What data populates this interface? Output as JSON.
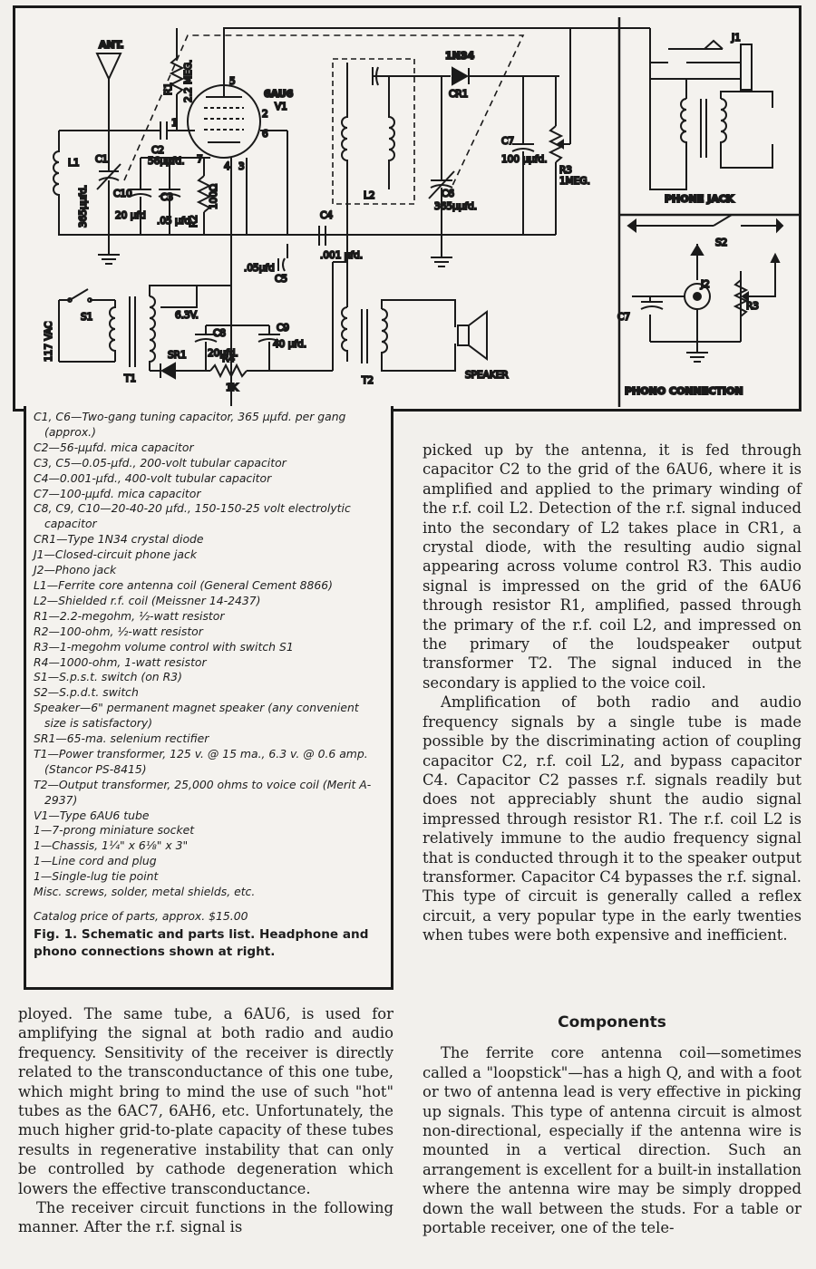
{
  "schematic": {
    "labels": {
      "ant": "ANT.",
      "l1": "L1",
      "c1": "C1",
      "c1_val": "365μμfd.",
      "c2": "C2",
      "c2_val": "56μμfd.",
      "c10": "C10",
      "c10_val": "20 μfd",
      "c3": "C3",
      "c3_val": ".05 μfd",
      "r2": "R2",
      "r2_val": "100Ω",
      "r1": "R1",
      "r1_val": "2.2 MEG.",
      "tube": "6AU6",
      "v1": "V1",
      "pin5": "5",
      "pin2": "2",
      "pin6": "6",
      "pin7": "7",
      "pin1": "1",
      "pin4": "4",
      "pin3": "3",
      "diode": "1N34",
      "cr1": "CR1",
      "l2": "L2",
      "c7": "C7",
      "c7_val": "100 μμfd.",
      "r3": "R3",
      "r3_val": "1MEG.",
      "c6": "C6",
      "c6_val": "365μμfd.",
      "c4": "C4",
      "c4_val": ".001 μfd.",
      "c5": "C5",
      "c5_val": ".05μfd",
      "vac": "117 VAC",
      "s1": "S1",
      "v63": "6.3V.",
      "c8": "C8",
      "c8_val": "20μfd.",
      "c9": "C9",
      "c9_val": "40 μfd.",
      "t1": "T1",
      "sr1": "SR1",
      "r4": "R4",
      "r4_val": "1K",
      "t2": "T2",
      "speaker": "SPEAKER",
      "j1": "J1",
      "phone_jack": "PHONE JACK",
      "s2": "S2",
      "j2": "J2",
      "c7b": "C7",
      "r3b": "R3",
      "phono": "PHONO CONNECTION"
    }
  },
  "parts_list": [
    "C1, C6—Two-gang tuning capacitor, 365 μμfd. per gang (approx.)",
    "C2—56-μμfd. mica capacitor",
    "C3, C5—0.05-μfd., 200-volt tubular capacitor",
    "C4—0.001-μfd., 400-volt tubular capacitor",
    "C7—100-μμfd. mica capacitor",
    "C8, C9, C10—20-40-20 μfd., 150-150-25 volt electrolytic capacitor",
    "CR1—Type 1N34 crystal diode",
    "J1—Closed-circuit phone jack",
    "J2—Phono jack",
    "L1—Ferrite core antenna coil (General Cement 8866)",
    "L2—Shielded r.f. coil (Meissner 14-2437)",
    "R1—2.2-megohm, ½-watt resistor",
    "R2—100-ohm, ½-watt resistor",
    "R3—1-megohm volume control with switch S1",
    "R4—1000-ohm, 1-watt resistor",
    "S1—S.p.s.t. switch (on R3)",
    "S2—S.p.d.t. switch",
    "Speaker—6\" permanent magnet speaker (any convenient size is satisfactory)",
    "SR1—65-ma. selenium rectifier",
    "T1—Power transformer, 125 v. @ 15 ma., 6.3 v. @ 0.6 amp. (Stancor PS-8415)",
    "T2—Output transformer, 25,000 ohms to voice coil (Merit A-2937)",
    "V1—Type 6AU6 tube",
    "1—7-prong miniature socket",
    "1—Chassis, 1¼\" x 6⅛\" x 3\"",
    "1—Line cord and plug",
    "1—Single-lug tie point",
    "Misc. screws, solder, metal shields, etc."
  ],
  "catalog_price": "Catalog price of parts, approx. $15.00",
  "figure_caption": "Fig. 1. Schematic and parts list. Headphone and phono connections shown at right.",
  "text": {
    "right_top_p1": "picked up by the antenna, it is fed through capacitor C2 to the grid of the 6AU6, where it is amplified and applied to the primary winding of the r.f. coil L2. Detection of the r.f. signal induced into the secondary of L2 takes place in CR1, a crystal diode, with the resulting audio signal appearing across volume control R3. This audio signal is impressed on the grid of the 6AU6 through resistor R1, amplified, passed through the primary of the r.f. coil L2, and impressed on the primary of the loudspeaker output transformer T2. The signal induced in the secondary is applied to the voice coil.",
    "right_top_p2": "Amplification of both radio and audio frequency signals by a single tube is made possible by the discriminating action of coupling capacitor C2, r.f. coil L2, and bypass capacitor C4. Capacitor C2 passes r.f. signals readily but does not appreciably shunt the audio signal impressed through resistor R1. The r.f. coil L2 is relatively immune to the audio frequency signal that is conducted through it to the speaker output transformer. Capacitor C4 bypasses the r.f. signal. This type of circuit is generally called a reflex circuit, a very popular type in the early twenties when tubes were both expensive and inefficient.",
    "left_bot_p1": "ployed. The same tube, a 6AU6, is used for amplifying the signal at both radio and audio frequency. Sensitivity of the receiver is directly related to the transconductance of this one tube, which might bring to mind the use of such \"hot\" tubes as the 6AC7, 6AH6, etc. Unfortunately, the much higher grid-to-plate capacity of these tubes results in regenerative instability that can only be controlled by cathode degeneration which lowers the effective transconductance.",
    "left_bot_p2": "The receiver circuit functions in the following manner. After the r.f. signal is",
    "components_heading": "Components",
    "right_bot_p1": "The ferrite core antenna coil—sometimes called a \"loopstick\"—has a high Q, and with a foot or two of antenna lead is very effective in picking up signals. This type of antenna circuit is almost non-directional, especially if the antenna wire is mounted in a vertical direction. Such an arrangement is excellent for a built-in installation where the antenna wire may be simply dropped down the wall between the studs. For a table or portable receiver, one of the tele-"
  }
}
